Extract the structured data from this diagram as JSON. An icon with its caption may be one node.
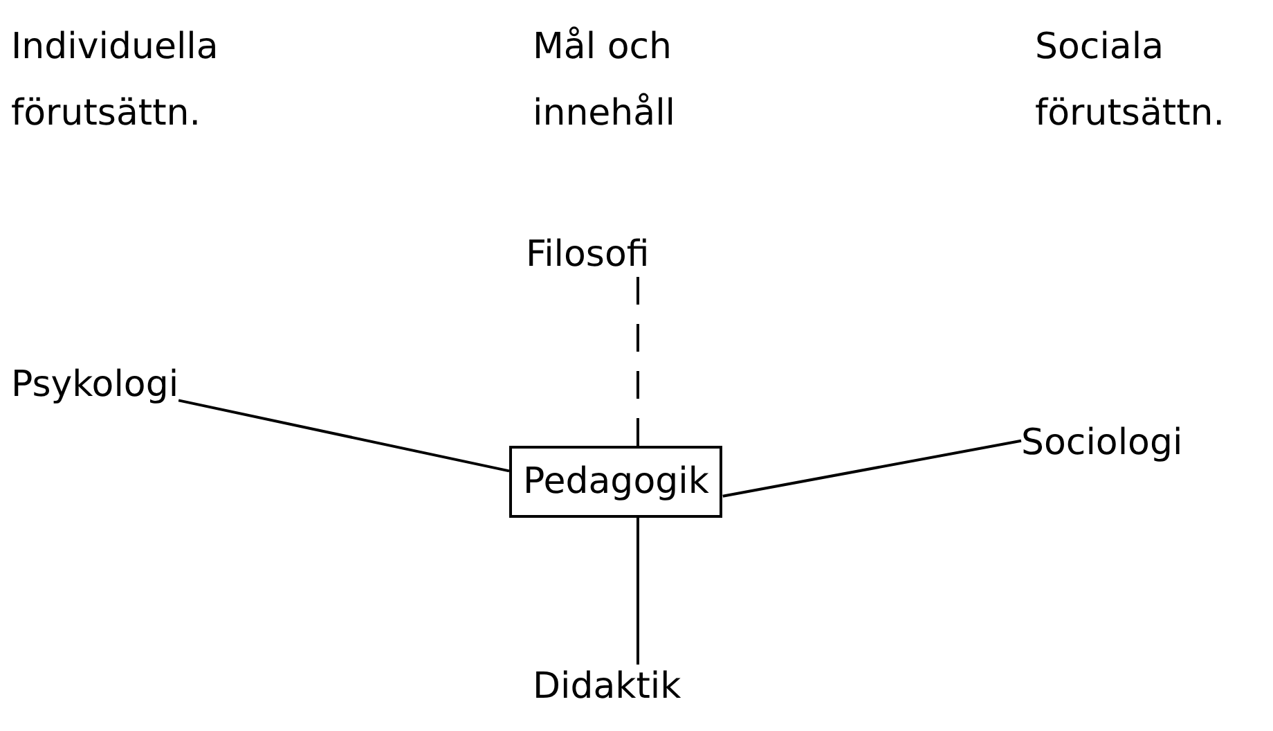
{
  "diagram": {
    "nodes": [
      {
        "text": [
          "Pedagogik"
        ]
      },
      {
        "text": [
          "Filosofi"
        ]
      },
      {
        "text": [
          "Psykologi"
        ]
      },
      {
        "text": [
          "Sociologi"
        ]
      },
      {
        "text": [
          "Didaktik"
        ]
      }
    ],
    "edges": [
      {
        "from": 1,
        "to": 0,
        "arrow": "none",
        "style": "dashed"
      },
      {
        "from": 2,
        "to": 0,
        "arrow": "none"
      },
      {
        "from": 0,
        "to": 3,
        "arrow": "none"
      },
      {
        "from": 0,
        "to": 4,
        "arrow": "none"
      }
    ],
    "labels": [
      "Individuella förutsättn.",
      "Mål och innehåll",
      "Sociala förutsättn."
    ]
  }
}
